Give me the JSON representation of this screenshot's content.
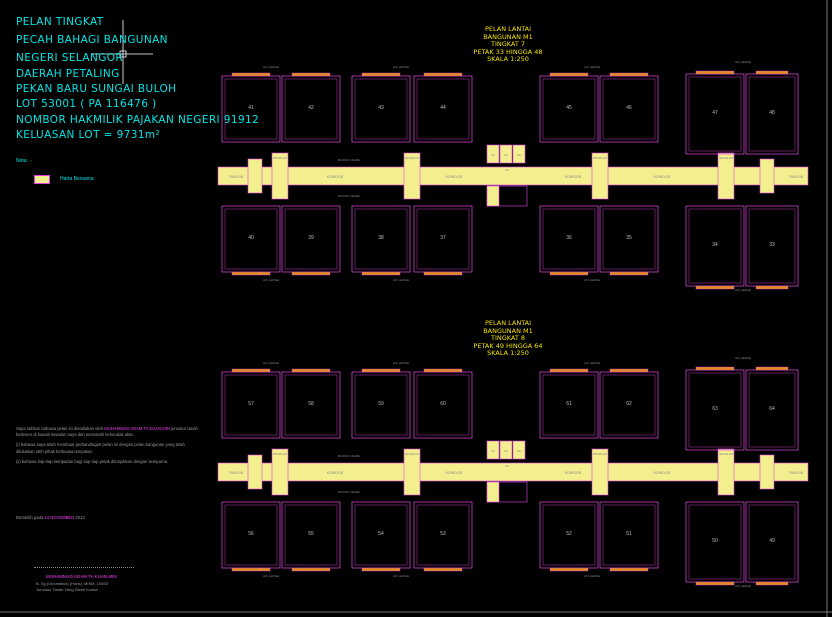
{
  "title_block": {
    "lines": [
      "PELAN TINGKAT",
      "PECAH BAHAGI BANGUNAN",
      "NEGERI SELANGOR",
      "DAERAH PETALING",
      "PEKAN BARU SUNGAI BULOH",
      "LOT 53001 ( PA 116476 )",
      "NOMBOR HAKMILIK PAJAKAN NEGERI 91912",
      "KELUASAN LOT = 9731m²"
    ]
  },
  "legend": {
    "note": "Nota : -",
    "common_area": "Harta Bersama"
  },
  "floors": [
    {
      "title": [
        "PELAN LANTAI",
        "BANGUNAN M1",
        "TINGKAT 7",
        "PETAK 33 HINGGA 48",
        "SKALA 1:250"
      ],
      "top_units": [
        "41",
        "42",
        "43",
        "44",
        "45",
        "46",
        "47",
        "48"
      ],
      "bottom_units": [
        "40",
        "39",
        "38",
        "37",
        "36",
        "35",
        "34",
        "33"
      ]
    },
    {
      "title": [
        "PELAN LANTAI",
        "BANGUNAN M1",
        "TINGKAT 8",
        "PETAK 49 HINGGA 64",
        "SKALA 1:250"
      ],
      "top_units": [
        "57",
        "58",
        "59",
        "60",
        "61",
        "62",
        "63",
        "64"
      ],
      "bottom_units": [
        "56",
        "55",
        "54",
        "53",
        "52",
        "51",
        "50",
        "49"
      ]
    }
  ],
  "plan_labels": {
    "corridor": "KORIDOR",
    "lift": "LIF",
    "meter_room": "METER AIR",
    "aircond_ledge": "A/C LEDGE",
    "staircase": "TANGGA",
    "lobby": "RUANG UDARA"
  },
  "statement": {
    "p1_a": "Saya sahkan bahawa pelan ini disediakan oleh",
    "p1_name": "MUHAMMAD ADAM TA KUAN MIN",
    "p1_b": "juruukur tanah berlesen di bawah kawalan saya dan mematuhi kehendak akta.",
    "p2": "(i) bahawa saya telah membuat perbandingan pelan ini dengan pelan bangunan yang telah diluluskan oleh pihak berkuasa tempatan.",
    "p3": "(ii) bahawa tiap-tiap sempadan bagi tiap-tiap petak ditunjukkan dengan sempurna.",
    "date_prefix": "Bertarikh pada",
    "day": "14",
    "month": "NOVEMBER",
    "year": "2013"
  },
  "signature": {
    "name": "MUHAMMAD ADAM TA KUAN MIN",
    "sub1": "B. Sg (Geomatics) (Hons), MISM, 10453",
    "sub2": "Juruukur Tanah Yang Diberi Kuasa"
  }
}
